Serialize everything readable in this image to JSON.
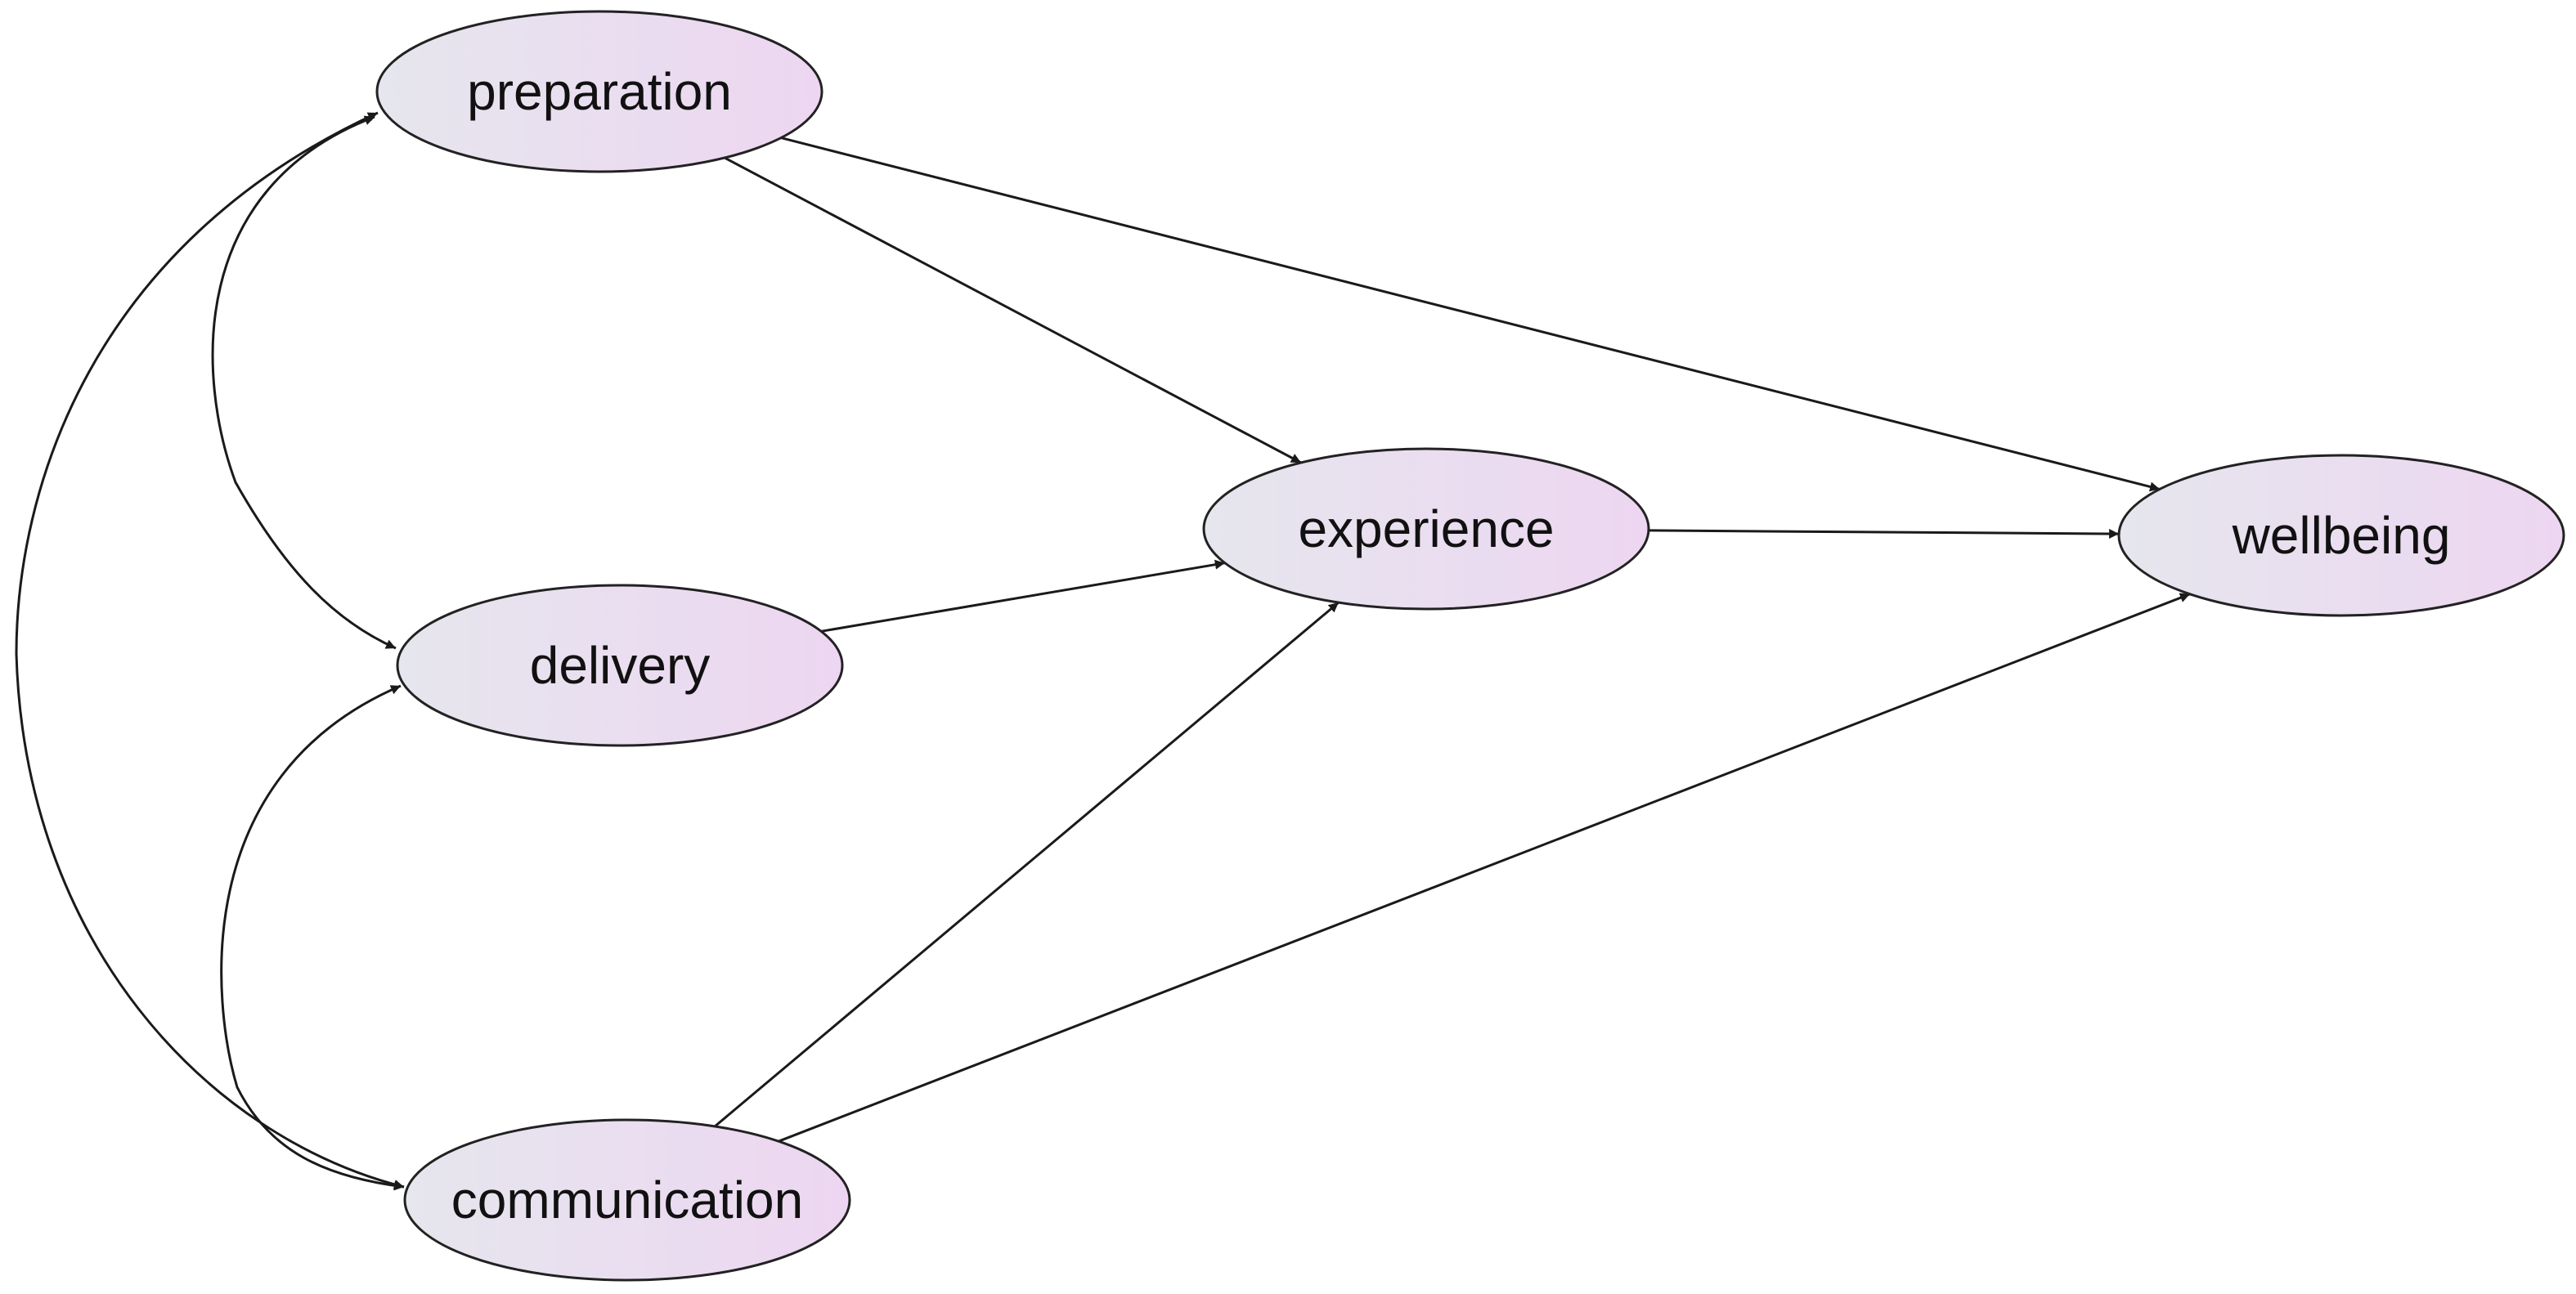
{
  "nodes": [
    {
      "id": "preparation",
      "label": "preparation"
    },
    {
      "id": "delivery",
      "label": "delivery"
    },
    {
      "id": "communication",
      "label": "communication"
    },
    {
      "id": "experience",
      "label": "experience"
    },
    {
      "id": "wellbeing",
      "label": "wellbeing"
    }
  ],
  "edges": [
    {
      "from": "preparation",
      "to": "experience",
      "kind": "directed"
    },
    {
      "from": "preparation",
      "to": "wellbeing",
      "kind": "directed"
    },
    {
      "from": "delivery",
      "to": "experience",
      "kind": "directed"
    },
    {
      "from": "communication",
      "to": "experience",
      "kind": "directed"
    },
    {
      "from": "communication",
      "to": "wellbeing",
      "kind": "directed"
    },
    {
      "from": "experience",
      "to": "wellbeing",
      "kind": "directed"
    },
    {
      "from": "preparation",
      "to": "delivery",
      "kind": "covariance"
    },
    {
      "from": "delivery",
      "to": "communication",
      "kind": "covariance"
    },
    {
      "from": "preparation",
      "to": "communication",
      "kind": "covariance"
    }
  ],
  "colors": {
    "node_fill_left": "#e6e6ee",
    "node_fill_right": "#edd6f1",
    "node_stroke": "#222222",
    "edge": "#1a1a1a"
  }
}
